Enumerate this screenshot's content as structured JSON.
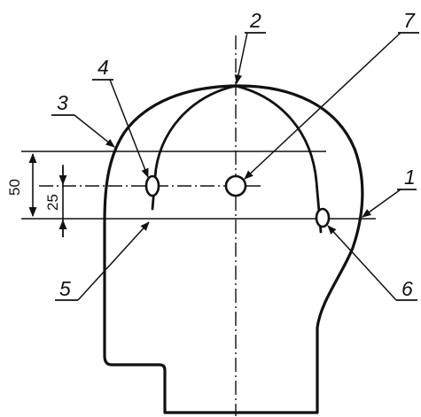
{
  "callouts": [
    {
      "id": "1",
      "label": "1"
    },
    {
      "id": "2",
      "label": "2"
    },
    {
      "id": "3",
      "label": "3"
    },
    {
      "id": "4",
      "label": "4"
    },
    {
      "id": "5",
      "label": "5"
    },
    {
      "id": "6",
      "label": "6"
    },
    {
      "id": "7",
      "label": "7"
    }
  ],
  "dimensions": {
    "large": "50",
    "small": "25"
  }
}
